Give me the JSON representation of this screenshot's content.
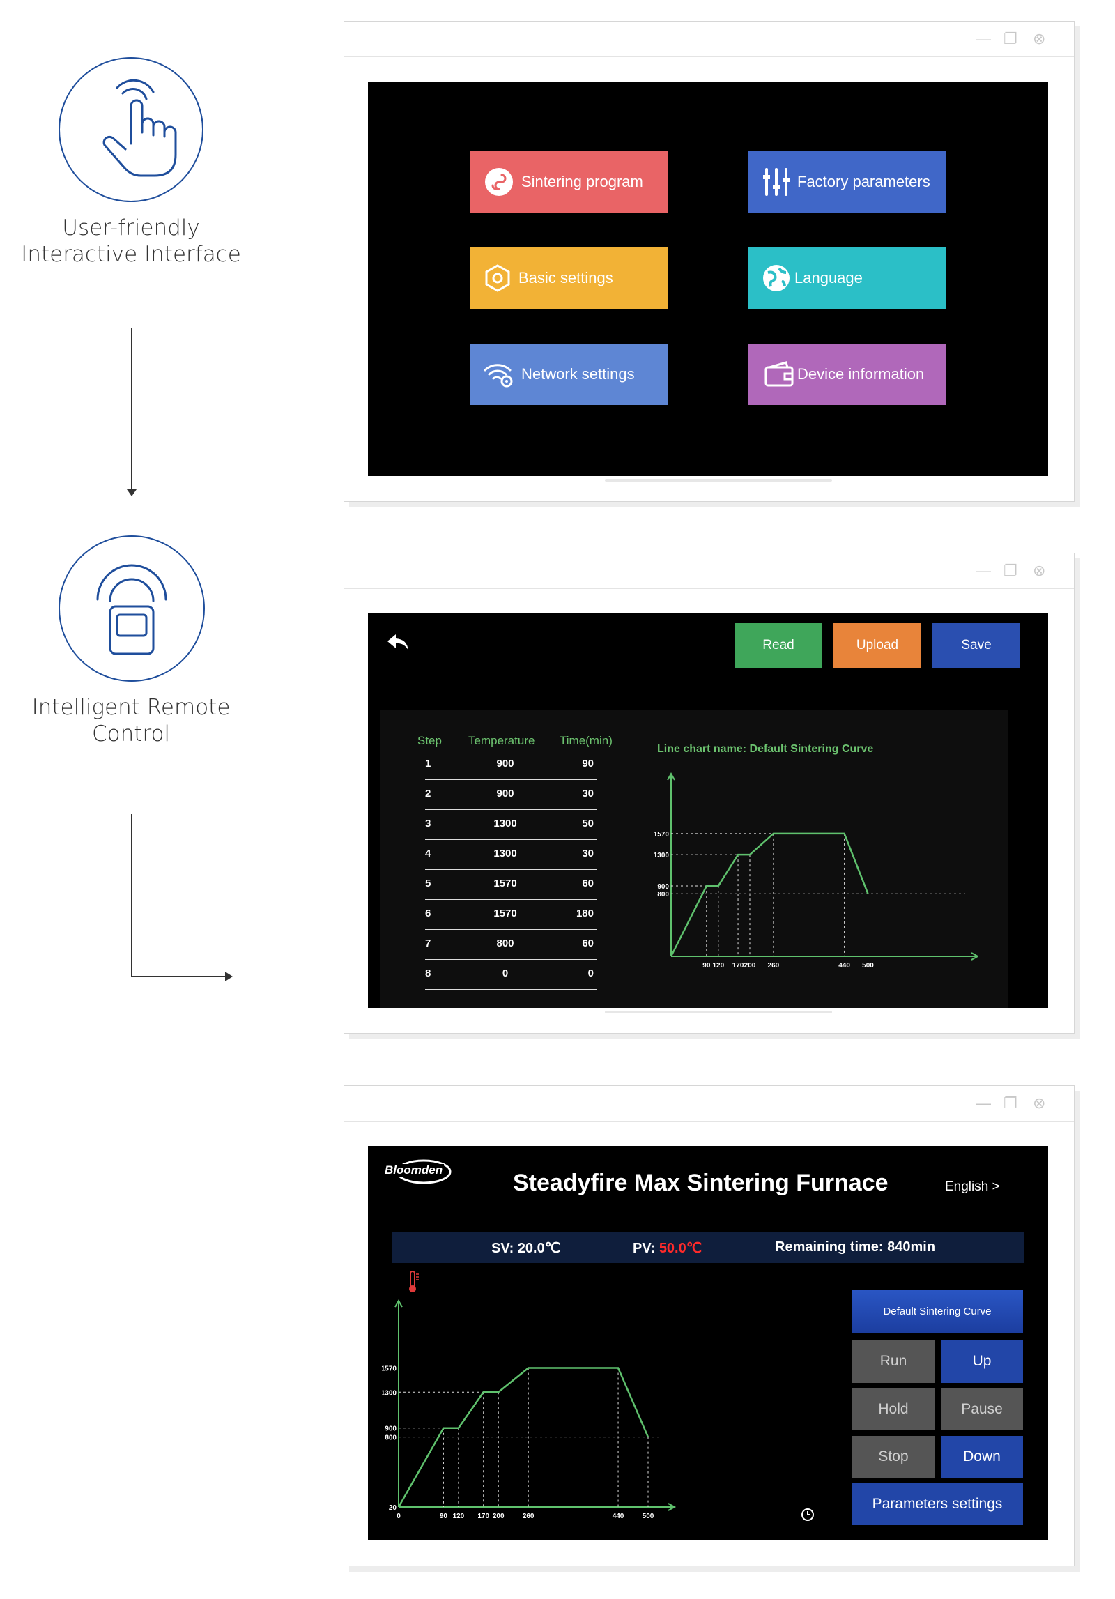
{
  "features": [
    {
      "label_line1": "User-friendly",
      "label_line2": "Interactive Interface",
      "icon": "touch-hand-icon"
    },
    {
      "label_line1": "Intelligent Remote",
      "label_line2": "Control",
      "icon": "remote-control-icon"
    }
  ],
  "window_controls": {
    "minimize": "—",
    "restore": "❐",
    "close": "⊗"
  },
  "menu": {
    "buttons": [
      {
        "label": "Sintering program",
        "color": "#e96466",
        "icon": "sintering-program-icon"
      },
      {
        "label": "Factory parameters",
        "color": "#4067c8",
        "icon": "sliders-icon"
      },
      {
        "label": "Basic settings",
        "color": "#f2b236",
        "icon": "hex-nut-icon"
      },
      {
        "label": "Language",
        "color": "#2bbfc7",
        "icon": "globe-icon"
      },
      {
        "label": "Network settings",
        "color": "#5e86d4",
        "icon": "wifi-gear-icon"
      },
      {
        "label": "Device information",
        "color": "#b068ba",
        "icon": "wallet-icon"
      }
    ]
  },
  "program": {
    "actions": [
      {
        "label": "Read",
        "color": "#3fa65a"
      },
      {
        "label": "Upload",
        "color": "#e8843a"
      },
      {
        "label": "Save",
        "color": "#2a4fb0"
      }
    ],
    "table_headers": {
      "step": "Step",
      "temperature": "Temperature",
      "time": "Time(min)"
    },
    "rows": [
      {
        "step": "1",
        "temperature": "900",
        "time": "90"
      },
      {
        "step": "2",
        "temperature": "900",
        "time": "30"
      },
      {
        "step": "3",
        "temperature": "1300",
        "time": "50"
      },
      {
        "step": "4",
        "temperature": "1300",
        "time": "30"
      },
      {
        "step": "5",
        "temperature": "1570",
        "time": "60"
      },
      {
        "step": "6",
        "temperature": "1570",
        "time": "180"
      },
      {
        "step": "7",
        "temperature": "800",
        "time": "60"
      },
      {
        "step": "8",
        "temperature": "0",
        "time": "0"
      }
    ],
    "chart_name_label": "Line chart name:",
    "chart_name_value": "Default Sintering Curve"
  },
  "dashboard": {
    "logo": "Bloomden",
    "title": "Steadyfire Max Sintering Furnace",
    "language_link": "English >",
    "sv_label": "SV:",
    "sv_value": "20.0℃",
    "pv_label": "PV:",
    "pv_value": "50.0℃",
    "remaining_label": "Remaining time:",
    "remaining_value": "840min",
    "curve_button": "Default Sintering Curve",
    "controls": {
      "run": "Run",
      "up": "Up",
      "hold": "Hold",
      "pause": "Pause",
      "stop": "Stop",
      "down": "Down"
    },
    "params_button": "Parameters settings"
  },
  "chart_data": [
    {
      "type": "line",
      "title": "Default Sintering Curve",
      "x": [
        0,
        90,
        120,
        170,
        200,
        260,
        440,
        500
      ],
      "x_tick_labels": [
        "90",
        "120",
        "170",
        "200",
        "260",
        "440",
        "500"
      ],
      "y_tick_labels": [
        "1570",
        "1300",
        "900",
        "800"
      ],
      "series": [
        {
          "values": [
            0,
            900,
            900,
            1300,
            1300,
            1570,
            1570,
            800
          ]
        }
      ],
      "line_color": "#5fc16d"
    },
    {
      "type": "line",
      "x": [
        0,
        90,
        120,
        170,
        200,
        260,
        440,
        500
      ],
      "x_tick_labels": [
        "0",
        "90",
        "120",
        "170",
        "200",
        "260",
        "440",
        "500"
      ],
      "y_tick_labels": [
        "1570",
        "1300",
        "900",
        "800",
        "20"
      ],
      "series": [
        {
          "values": [
            20,
            900,
            900,
            1300,
            1300,
            1570,
            1570,
            800
          ]
        }
      ],
      "line_color": "#5fc16d"
    }
  ]
}
